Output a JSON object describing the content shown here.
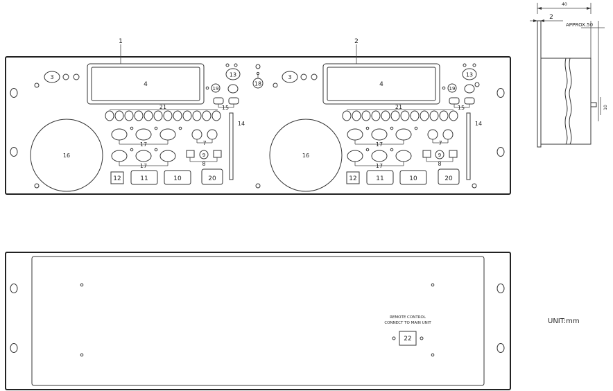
{
  "labels": {
    "display_left_callout": "1",
    "display_right_callout": "2",
    "display": "4",
    "btn3": "3",
    "btn13": "13",
    "ir": "18",
    "btn19": "19",
    "buttons21": "21",
    "buttons15": "15",
    "pitch14": "14",
    "jog16": "16",
    "keys17": "17",
    "keys7": "7",
    "keys8": "8",
    "btn9": "9",
    "btn12": "12",
    "btn11": "11",
    "btn10": "10",
    "btn20": "20",
    "remote_socket": "22"
  },
  "rear_panel": {
    "remote_line1": "REMOTE CONTROL",
    "remote_line2": "CONNECT TO MAIN UNIT"
  },
  "side_view": {
    "depth": "40",
    "lip": "2",
    "approx": "APPROX.50",
    "height": "10"
  },
  "unit_note": "UNIT:mm"
}
